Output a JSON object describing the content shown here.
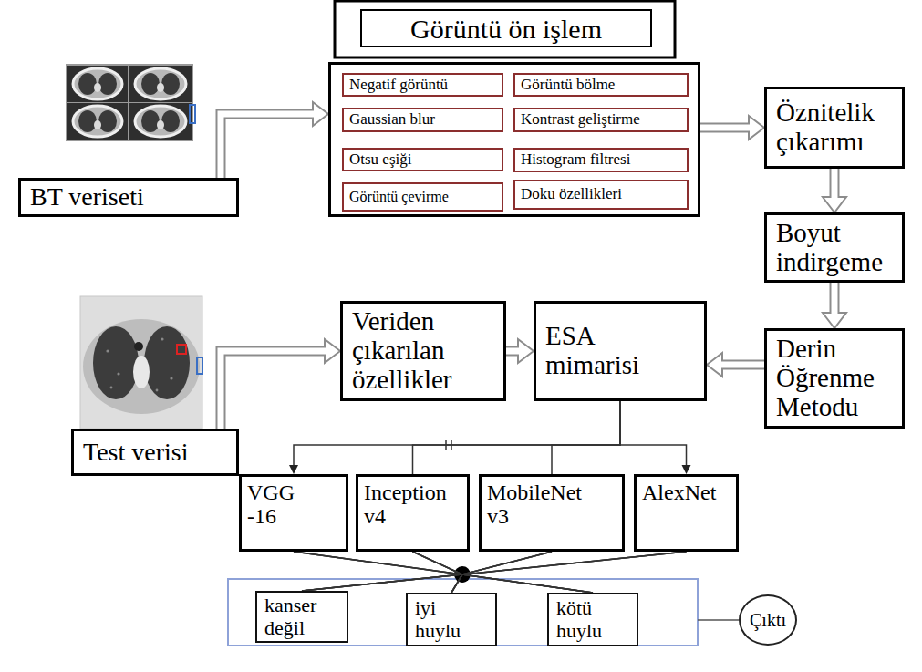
{
  "diagram": {
    "nodes": [
      {
        "text": [
          "BT veriseti"
        ]
      },
      {
        "text": [
          "Görüntü ön işlem"
        ]
      },
      {
        "text": [
          "Negatif görüntü"
        ],
        "in": 1
      },
      {
        "text": [
          "Görüntü bölme"
        ],
        "in": 1
      },
      {
        "text": [
          "Gaussian blur"
        ],
        "in": 1
      },
      {
        "text": [
          "Kontrast geliştirme"
        ],
        "in": 1
      },
      {
        "text": [
          "Otsu eşiği"
        ],
        "in": 1
      },
      {
        "text": [
          "Histogram filtresi"
        ],
        "in": 1
      },
      {
        "text": [
          "Görüntü çevirme"
        ],
        "in": 1
      },
      {
        "text": [
          "Doku özellikleri"
        ],
        "in": 1
      },
      {
        "text": [
          "Öznitelik çıkarımı"
        ]
      },
      {
        "text": [
          "Boyut indirgeme"
        ]
      },
      {
        "text": [
          "Test verisi"
        ]
      },
      {
        "text": [
          "Veriden çıkarılan özellikler"
        ]
      },
      {
        "text": [
          "ESA mimarisi"
        ]
      },
      {
        "text": [
          "Derin Öğrenme Metodu"
        ]
      },
      {
        "text": [
          "VGG -16"
        ]
      },
      {
        "text": [
          "Inception v4"
        ]
      },
      {
        "text": [
          "MobileNet v3"
        ]
      },
      {
        "text": [
          "AlexNet"
        ]
      },
      {
        "text": [
          "kanser değil"
        ]
      },
      {
        "text": [
          "iyi huylu"
        ]
      },
      {
        "text": [
          "kötü huylu"
        ]
      },
      {
        "text": [
          "Çıktı"
        ]
      }
    ],
    "edges": [
      {
        "from": 0,
        "to": 1,
        "arrow": "to"
      },
      {
        "from": 1,
        "to": 10,
        "arrow": "to"
      },
      {
        "from": 10,
        "to": 11,
        "arrow": "to"
      },
      {
        "from": 11,
        "to": 15,
        "arrow": "to"
      },
      {
        "from": 15,
        "to": 14,
        "arrow": "to"
      },
      {
        "from": 12,
        "to": 13,
        "arrow": "to"
      },
      {
        "from": 13,
        "to": 14,
        "arrow": "to"
      },
      {
        "from": 14,
        "to": 16,
        "arrow": "to"
      },
      {
        "from": 14,
        "to": 17,
        "arrow": "none"
      },
      {
        "from": 14,
        "to": 18,
        "arrow": "none"
      },
      {
        "from": 14,
        "to": 19,
        "arrow": "to"
      },
      {
        "from": 16,
        "to": 20,
        "arrow": "none"
      },
      {
        "from": 16,
        "to": 21,
        "arrow": "none"
      },
      {
        "from": 16,
        "to": 22,
        "arrow": "none"
      },
      {
        "from": 17,
        "to": 20,
        "arrow": "none"
      },
      {
        "from": 17,
        "to": 21,
        "arrow": "none"
      },
      {
        "from": 17,
        "to": 22,
        "arrow": "none"
      },
      {
        "from": 18,
        "to": 20,
        "arrow": "none"
      },
      {
        "from": 18,
        "to": 21,
        "arrow": "none"
      },
      {
        "from": 18,
        "to": 22,
        "arrow": "none"
      },
      {
        "from": 19,
        "to": 20,
        "arrow": "none"
      },
      {
        "from": 19,
        "to": 21,
        "arrow": "none"
      },
      {
        "from": 19,
        "to": 22,
        "arrow": "none"
      }
    ]
  }
}
